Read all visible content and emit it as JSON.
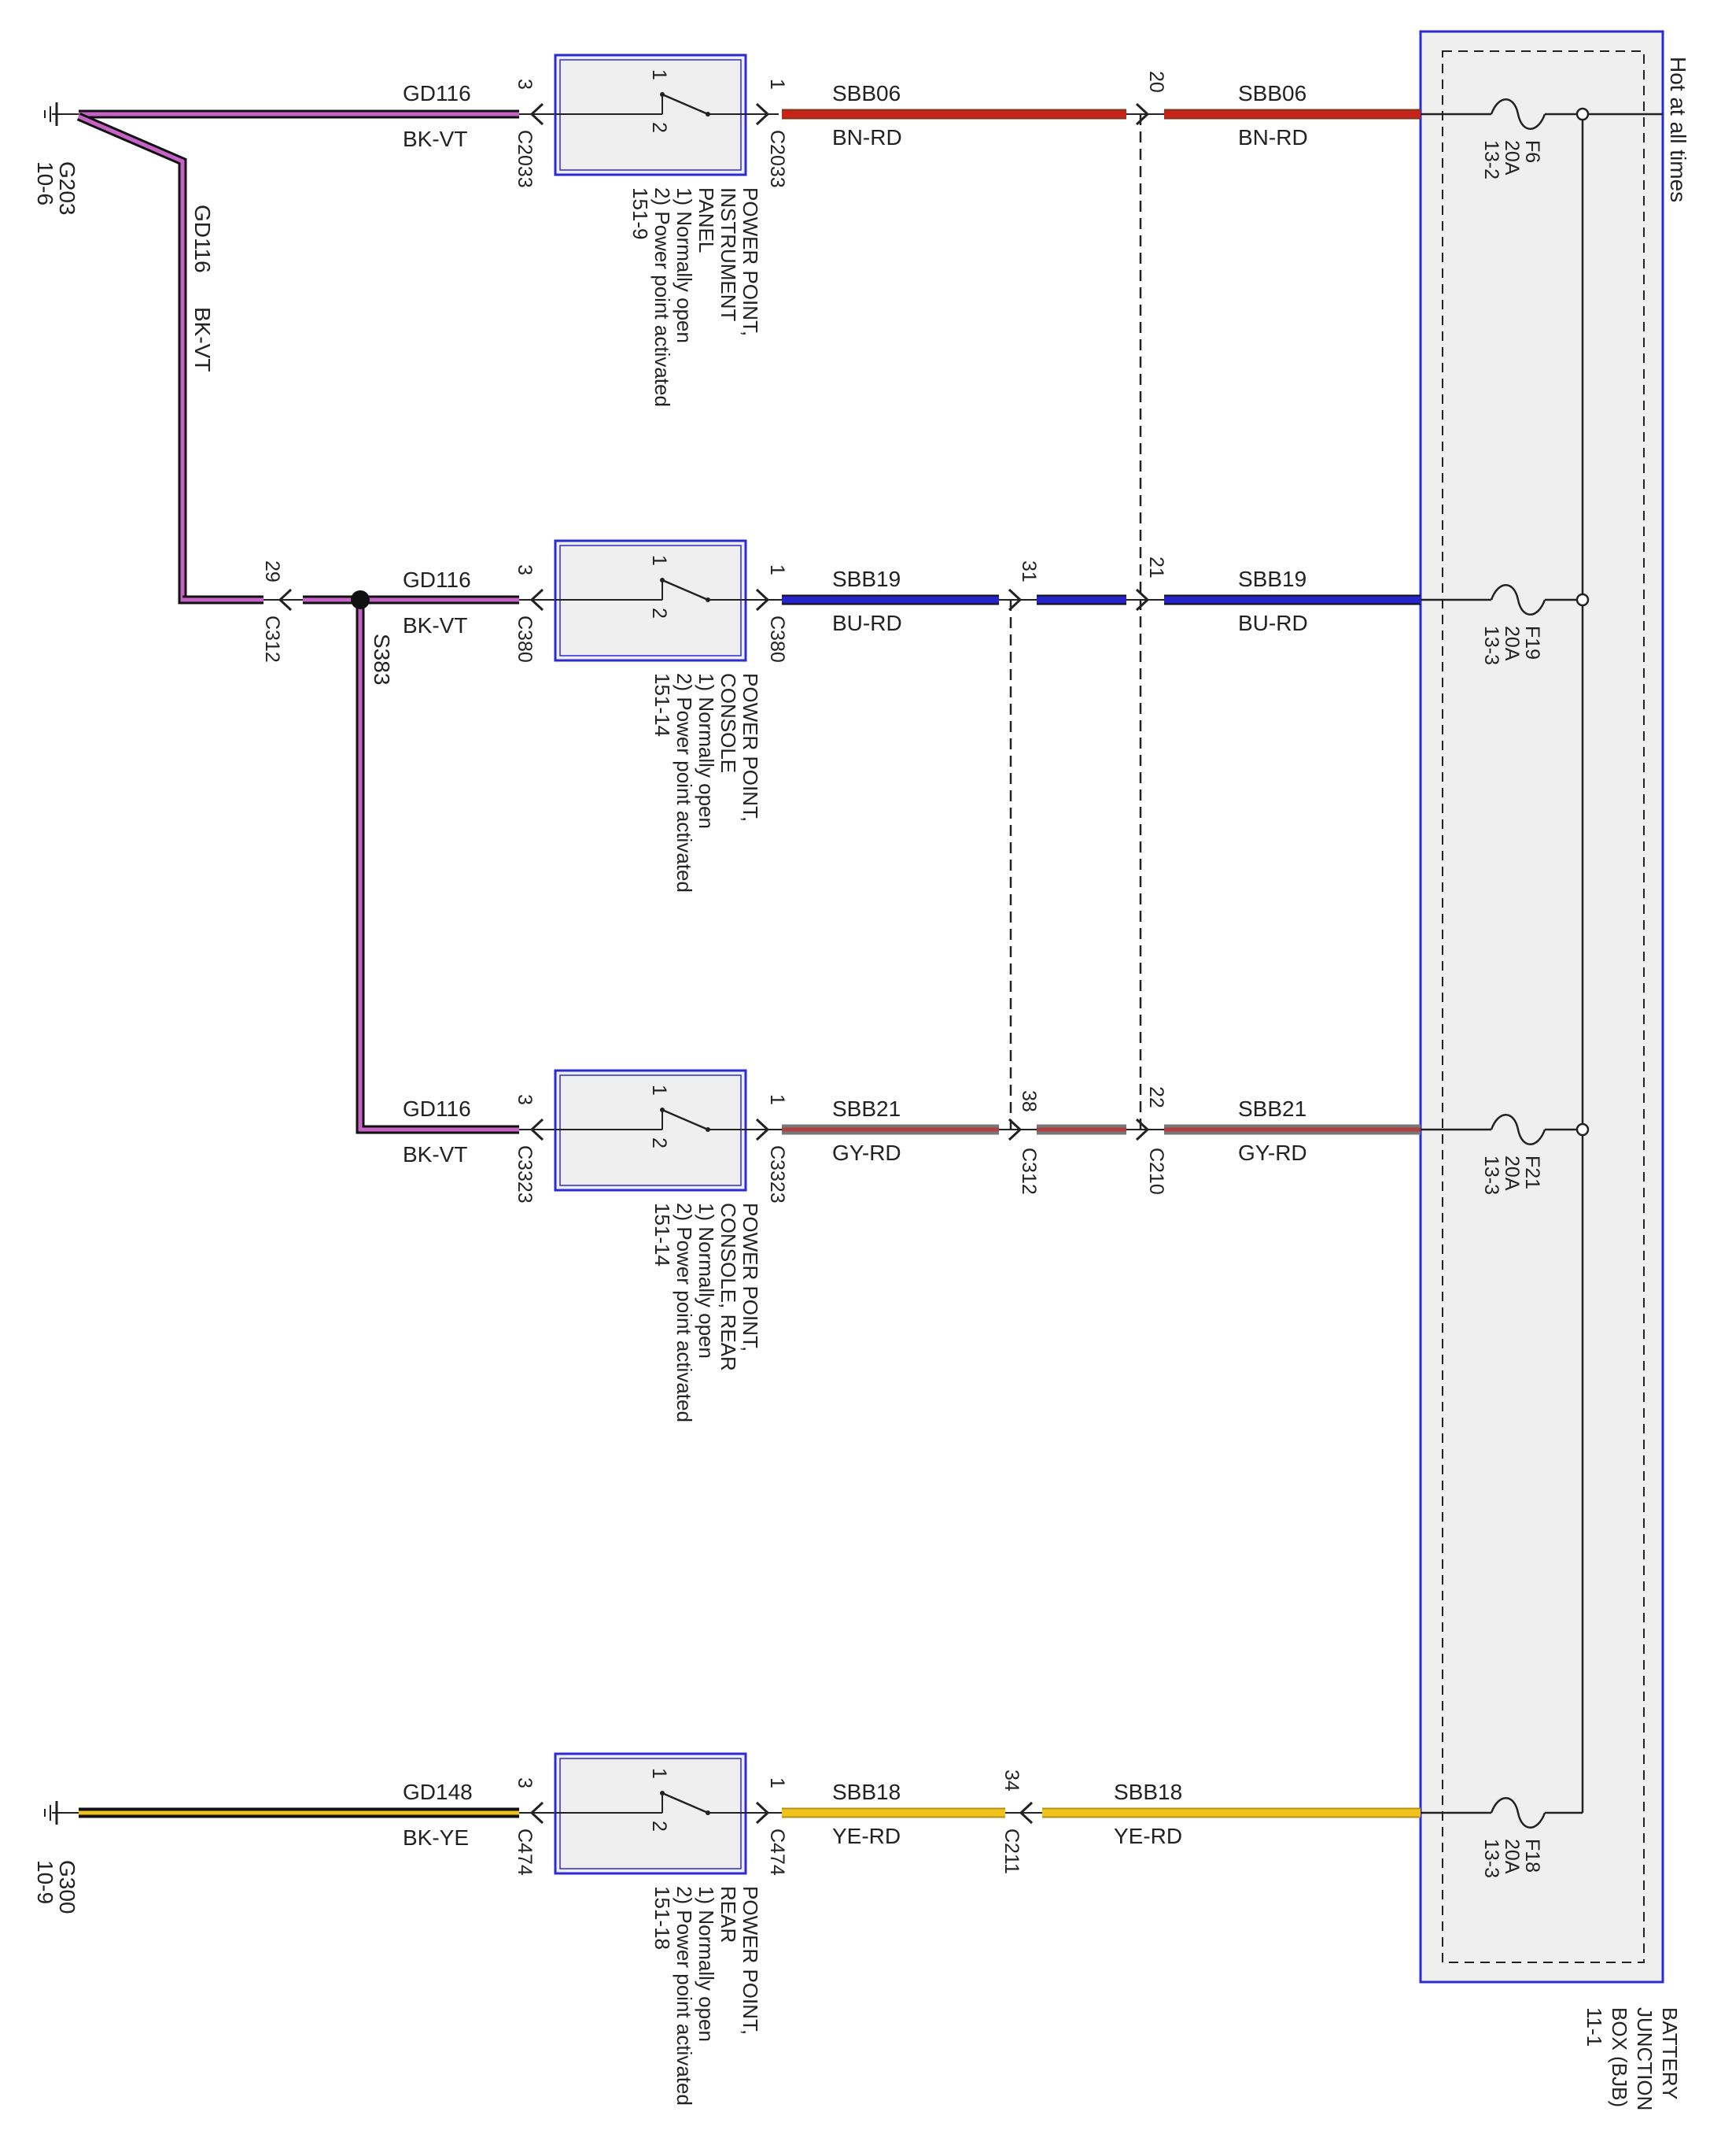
{
  "colors": {
    "box_border": "#2b2bd6",
    "box_fill": "#efefef",
    "wire_black": "#111111",
    "wire_violet": "#c763c7",
    "wire_red": "#c8231b",
    "wire_brown": "#7a3a14",
    "wire_blue": "#2424c8",
    "wire_grey": "#9a9a9a",
    "wire_yellow": "#f1c21b",
    "thin_wire": "#111111"
  },
  "bjb": {
    "label_lines": [
      "BATTERY",
      "JUNCTION",
      "BOX (BJB)",
      "11-1"
    ],
    "hot_label": "Hot at all times"
  },
  "fuses": [
    {
      "name": "F6",
      "rating": "20A",
      "ref": "13-2"
    },
    {
      "name": "F19",
      "rating": "20A",
      "ref": "13-3"
    },
    {
      "name": "F21",
      "rating": "20A",
      "ref": "13-3"
    },
    {
      "name": "F18",
      "rating": "20A",
      "ref": "13-3"
    }
  ],
  "grounds": [
    {
      "name": "G203",
      "ref": "10-6"
    },
    {
      "name": "G300",
      "ref": "10-9"
    }
  ],
  "switch_pins": {
    "a": "1",
    "b": "2"
  },
  "power_points": [
    {
      "name_lines": [
        "POWER POINT,",
        "INSTRUMENT",
        "PANEL"
      ],
      "notes": [
        "1) Normally open",
        "2) Power point activated",
        "151-9"
      ],
      "pin_in": "3",
      "pin_out": "1",
      "connector": "C2033",
      "ground_circuit": "GD116",
      "ground_color": "BK-VT",
      "feed_circuit": "SBB06",
      "feed_color": "BN-RD"
    },
    {
      "name_lines": [
        "POWER POINT,",
        "CONSOLE"
      ],
      "notes": [
        "1) Normally open",
        "2) Power point activated",
        "151-14"
      ],
      "pin_in": "3",
      "pin_out": "1",
      "connector": "C380",
      "ground_circuit": "GD116",
      "ground_color": "BK-VT",
      "feed_circuit": "SBB19",
      "feed_color": "BU-RD"
    },
    {
      "name_lines": [
        "POWER POINT,",
        "CONSOLE, REAR"
      ],
      "notes": [
        "1) Normally open",
        "2) Power point activated",
        "151-14"
      ],
      "pin_in": "3",
      "pin_out": "1",
      "connector": "C3323",
      "ground_circuit": "GD116",
      "ground_color": "BK-VT",
      "feed_circuit": "SBB21",
      "feed_color": "GY-RD"
    },
    {
      "name_lines": [
        "POWER POINT,",
        "REAR"
      ],
      "notes": [
        "1) Normally open",
        "2) Power point activated",
        "151-18"
      ],
      "pin_in": "3",
      "pin_out": "1",
      "connector": "C474",
      "ground_circuit": "GD148",
      "ground_color": "BK-YE",
      "feed_circuit": "SBB18",
      "feed_color": "YE-RD"
    }
  ],
  "bjb_side_wires": [
    {
      "circuit": "SBB06",
      "color": "BN-RD"
    },
    {
      "circuit": "SBB19",
      "color": "BU-RD"
    },
    {
      "circuit": "SBB21",
      "color": "GY-RD"
    },
    {
      "circuit": "SBB18",
      "color": "YE-RD"
    }
  ],
  "inline_connectors": {
    "c210": {
      "name": "C210",
      "pins": [
        "20",
        "21",
        "22"
      ]
    },
    "c312_feed": {
      "name": "C312",
      "pins": [
        "31",
        "38"
      ]
    },
    "c211": {
      "name": "C211",
      "pin": "34"
    },
    "c312_ground": {
      "name": "C312",
      "pin": "29"
    }
  },
  "splice": {
    "name": "S383"
  },
  "ground_vertical": {
    "circuit": "GD116",
    "color": "BK-VT"
  }
}
